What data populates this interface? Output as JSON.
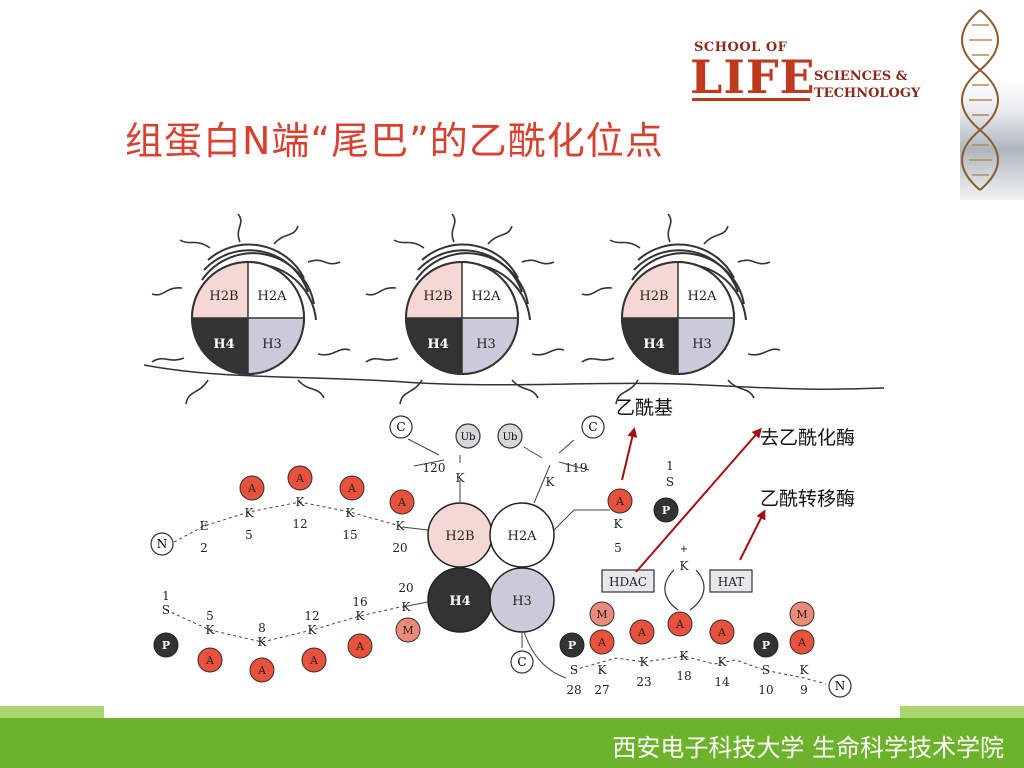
{
  "title": "组蛋白N端“尾巴”的乙酰化位点",
  "logo": {
    "line1": "SCHOOL OF",
    "line2": "LIFE",
    "line3": "SCIENCES &",
    "line4": "TECHNOLOGY"
  },
  "labels": {
    "acetyl": "乙酰基",
    "deacetylase": "去乙酰化酶",
    "acetyltransferase": "乙酰转移酶"
  },
  "footer": "西安电子科技大学  生命科学技术学院",
  "diagram": {
    "histones": [
      "H2B",
      "H2A",
      "H4",
      "H3"
    ],
    "badges": {
      "acetyl": "A",
      "phospho": "P",
      "methyl": "M",
      "ubiquitin": "Ub",
      "c_term": "C",
      "n_term": "N"
    },
    "enzymes": {
      "hdac": "HDAC",
      "hat": "HAT"
    },
    "tail_h2b": {
      "residues": [
        "E",
        "K",
        "K",
        "K",
        "K"
      ],
      "positions": [
        "2",
        "5",
        "12",
        "15",
        "20"
      ]
    },
    "tail_h2b_top": {
      "residues": [
        "K"
      ],
      "positions": [
        "120"
      ]
    },
    "tail_h2a_top": {
      "residues": [
        "K"
      ],
      "positions": [
        "119"
      ]
    },
    "tail_h2a": {
      "residues": [
        "K",
        "S",
        "K"
      ],
      "positions": [
        "5",
        "1"
      ]
    },
    "tail_h4": {
      "residues": [
        "S",
        "K",
        "K",
        "K",
        "K",
        "K"
      ],
      "positions": [
        "1",
        "5",
        "8",
        "12",
        "16",
        "20"
      ]
    },
    "tail_h3": {
      "residues": [
        "S",
        "K",
        "K",
        "K",
        "K",
        "S",
        "K"
      ],
      "positions": [
        "28",
        "27",
        "23",
        "18",
        "14",
        "10",
        "9"
      ]
    },
    "h3_plus": "+"
  },
  "colors": {
    "title": "#d8412f",
    "acetyl_badge": "#e8513b",
    "methyl_badge": "#ec8a7a",
    "footer": "#6cb22a",
    "arrow": "#a50f0f"
  }
}
